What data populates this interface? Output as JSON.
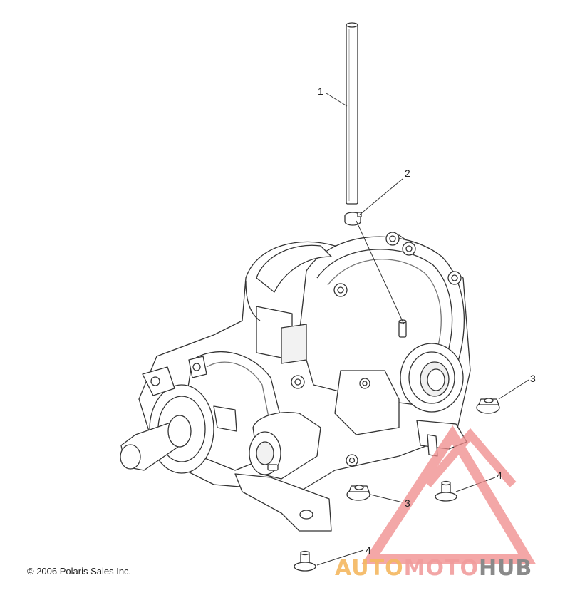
{
  "diagram": {
    "callouts": [
      {
        "id": "c1",
        "number": "1"
      },
      {
        "id": "c2",
        "number": "2"
      },
      {
        "id": "c3a",
        "number": "3"
      },
      {
        "id": "c3b",
        "number": "3"
      },
      {
        "id": "c4a",
        "number": "4"
      },
      {
        "id": "c4b",
        "number": "4"
      }
    ],
    "copyright": "© 2006 Polaris Sales Inc."
  },
  "watermark": {
    "part1": "AUTO",
    "part2": "MOTO",
    "part3": "HUB",
    "logo_color": "#f08a8a"
  },
  "colors": {
    "line": "#333333",
    "fill": "#ffffff",
    "shade": "#e6e6e6"
  }
}
